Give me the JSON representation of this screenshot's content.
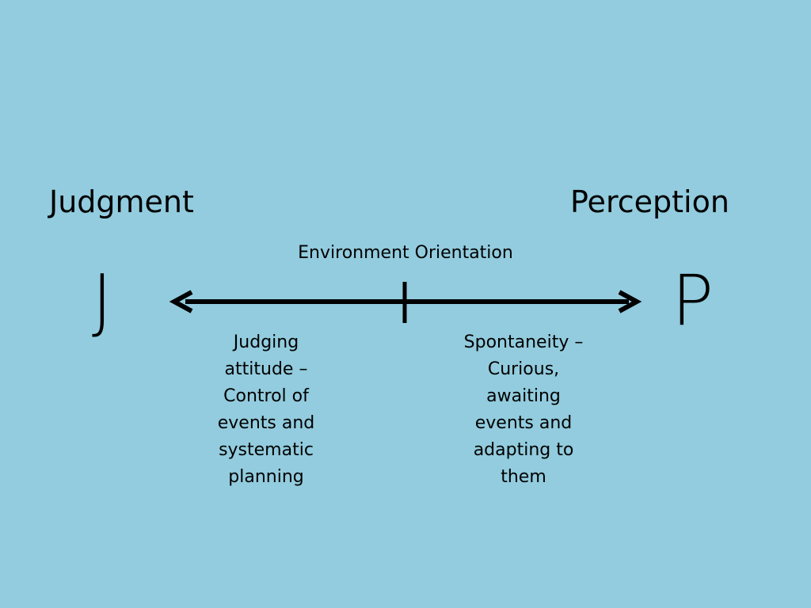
{
  "colors": {
    "background": "#92CCDE",
    "foreground": "#000000"
  },
  "scale": {
    "title": "Environment Orientation",
    "left": {
      "name": "Judgment",
      "letter": "J",
      "description_lines": [
        "Judging",
        "attitude –",
        "Control of",
        "events and",
        "systematic",
        "planning"
      ]
    },
    "right": {
      "name": "Perception",
      "letter": "P",
      "description_lines": [
        "Spontaneity –",
        "Curious,",
        "awaiting",
        "events and",
        "adapting to",
        "them"
      ]
    }
  }
}
